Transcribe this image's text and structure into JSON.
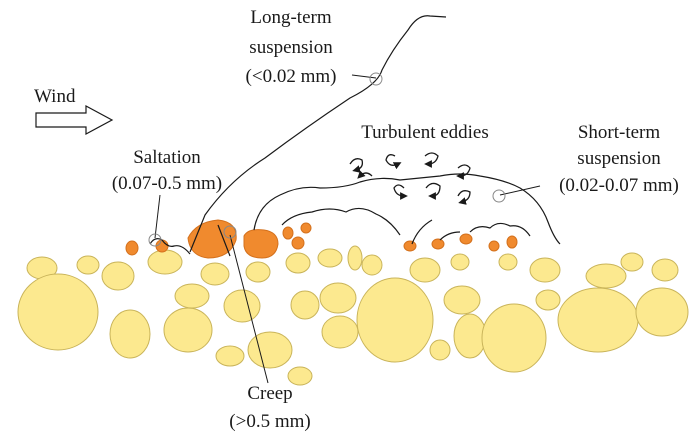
{
  "labels": {
    "wind": "Wind",
    "long_term_1": "Long-term",
    "long_term_2": "suspension",
    "long_term_3": "(<0.02 mm)",
    "turbulent": "Turbulent eddies",
    "saltation_1": "Saltation",
    "saltation_2": "(0.07-0.5 mm)",
    "short_term_1": "Short-term",
    "short_term_2": "suspension",
    "short_term_3": "(0.02-0.07 mm)",
    "creep_1": "Creep",
    "creep_2": "(>0.5 mm)"
  },
  "colors": {
    "bed_grain_fill": "#fce98f",
    "bed_grain_stroke": "#c9b45a",
    "moving_grain_fill": "#f08a2e",
    "moving_grain_stroke": "#d4711d",
    "path_line": "#1a1a1a",
    "marker_circle": "#888888"
  },
  "icons": {
    "wind_arrow": "right-arrow-outline-icon",
    "eddy": "curly-arrow-icon"
  }
}
